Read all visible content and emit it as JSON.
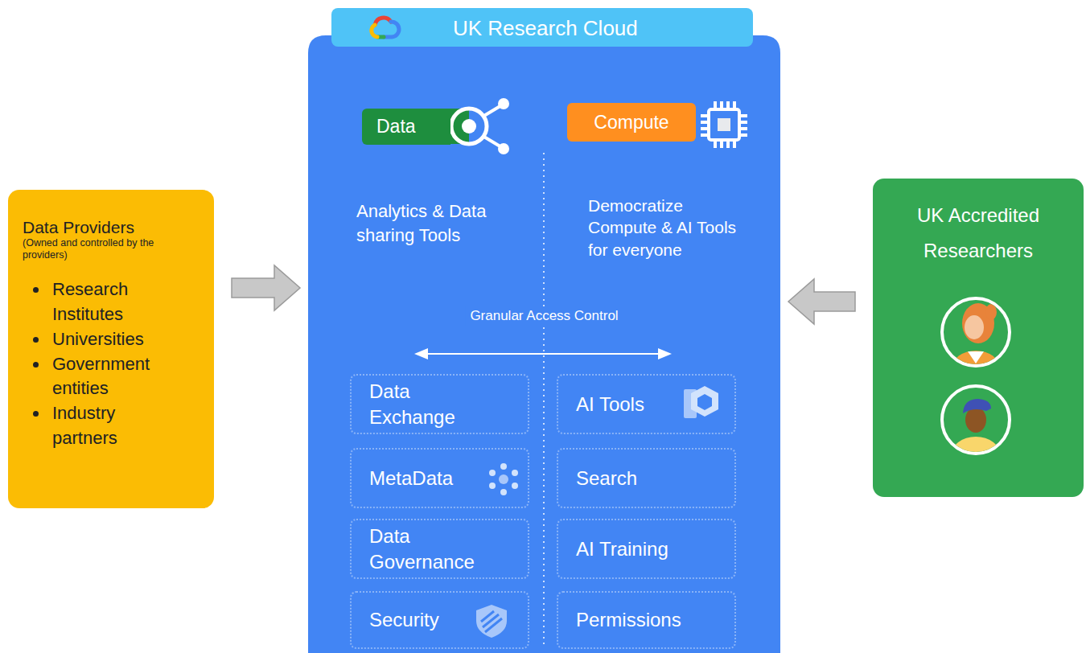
{
  "diagram": {
    "nodes": [
      {
        "text": [
          "Data Providers",
          "(Owned and controlled by the providers)",
          "Research Institutes",
          "Universities",
          "Government entities",
          "Industry partners"
        ]
      },
      {
        "text": [
          "UK Research Cloud",
          "Analytics & Data sharing Tools",
          "Democratize Compute & AI Tools for everyone",
          "Granular Access Control"
        ]
      },
      {
        "text": [
          "Data"
        ],
        "in": 1
      },
      {
        "text": [
          "Compute"
        ],
        "in": 1
      },
      {
        "text": [
          "Data Exchange"
        ],
        "in": 1
      },
      {
        "text": [
          "AI Tools"
        ],
        "in": 1
      },
      {
        "text": [
          "MetaData"
        ],
        "in": 1
      },
      {
        "text": [
          "Search"
        ],
        "in": 1
      },
      {
        "text": [
          "Data Governance"
        ],
        "in": 1
      },
      {
        "text": [
          "AI Training"
        ],
        "in": 1
      },
      {
        "text": [
          "Security"
        ],
        "in": 1
      },
      {
        "text": [
          "Permissions"
        ],
        "in": 1
      },
      {
        "text": [
          "UK Accredited Researchers"
        ]
      }
    ],
    "edges": [
      {
        "from": 0,
        "to": 1,
        "arrow": "to"
      },
      {
        "from": 12,
        "to": 1,
        "arrow": "to"
      }
    ]
  }
}
